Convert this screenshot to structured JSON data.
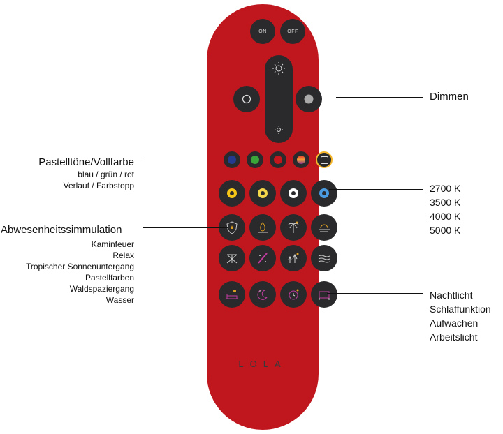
{
  "remote": {
    "on_label": "ON",
    "off_label": "OFF",
    "brand": "LOLA",
    "body_color": "#c0171f",
    "button_color": "#2a2a2c",
    "color_buttons": [
      {
        "name": "blau",
        "color": "#233a8f"
      },
      {
        "name": "grün",
        "color": "#3aa63a"
      },
      {
        "name": "rot",
        "color": "#c4161c"
      },
      {
        "name": "verlauf",
        "color": "#e0462a"
      },
      {
        "name": "farbstopp",
        "color": "#f5b62b"
      }
    ],
    "temp_buttons": [
      {
        "name": "2700k",
        "color": "#f5c518"
      },
      {
        "name": "3500k",
        "color": "#f5d54a"
      },
      {
        "name": "4000k",
        "color": "#ffffff"
      },
      {
        "name": "5000k",
        "color": "#4a9be0"
      }
    ],
    "scene_icons": [
      "shield-icon",
      "fire-icon",
      "palm-icon",
      "sunset-icon",
      "pastel-icon",
      "tree-path-icon",
      "forest-icon",
      "water-icon",
      "bed-lamp-icon",
      "moon-icon",
      "alarm-clock-icon",
      "work-bed-icon"
    ]
  },
  "annotations": {
    "dimmen": "Dimmen",
    "pastell_title": "Pastelltöne/Vollfarbe",
    "pastell_sub": [
      "blau / grün / rot",
      "Verlauf / Farbstopp"
    ],
    "temps": [
      "2700 K",
      "3500 K",
      "4000 K",
      "5000 K"
    ],
    "abwesenheit_title": "Abwesenheitssimmulation",
    "abwesenheit_sub": [
      "Kaminfeuer",
      "Relax",
      "Tropischer Sonnenuntergang",
      "Pastellfarben",
      "Waldspaziergang",
      "Wasser"
    ],
    "night": [
      "Nachtlicht",
      "Schlaffunktion",
      "Aufwachen",
      "Arbeitslicht"
    ]
  }
}
